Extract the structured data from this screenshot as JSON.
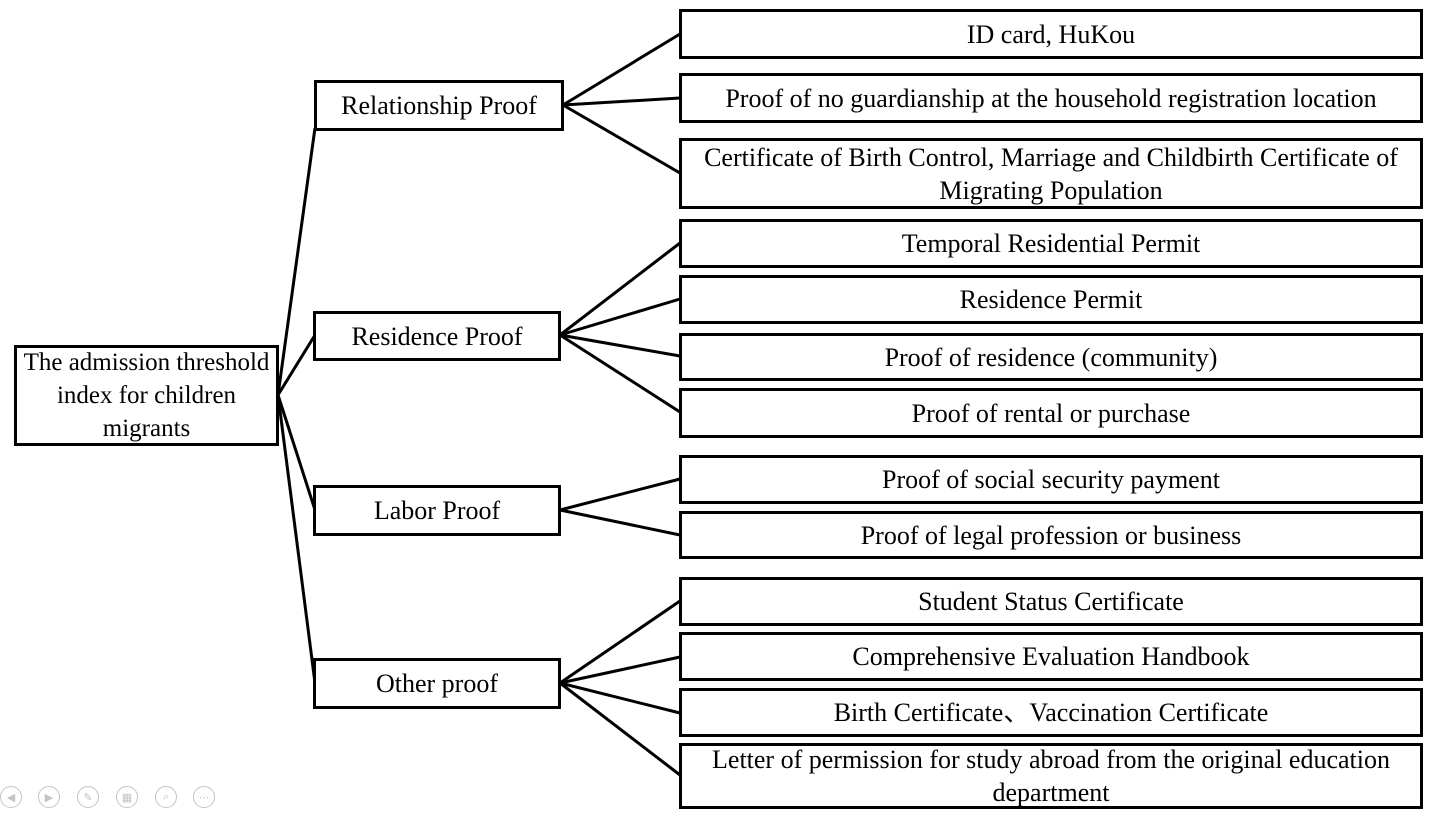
{
  "root": {
    "label": "The admission threshold index for children migrants"
  },
  "categories": [
    {
      "label": "Relationship Proof"
    },
    {
      "label": "Residence Proof"
    },
    {
      "label": "Labor Proof"
    },
    {
      "label": "Other proof"
    }
  ],
  "items": [
    {
      "label": "ID card, HuKou"
    },
    {
      "label": "Proof of no guardianship at the household registration location"
    },
    {
      "label": "Certificate of Birth Control, Marriage and Childbirth Certificate of Migrating Population"
    },
    {
      "label": "Temporal Residential Permit"
    },
    {
      "label": "Residence Permit"
    },
    {
      "label": "Proof of residence (community)"
    },
    {
      "label": "Proof of rental or purchase"
    },
    {
      "label": "Proof of social security payment"
    },
    {
      "label": "Proof of legal profession or business"
    },
    {
      "label": "Student Status Certificate"
    },
    {
      "label": "Comprehensive Evaluation Handbook"
    },
    {
      "label": "Birth Certificate、Vaccination Certificate"
    },
    {
      "label": "Letter of permission for study abroad from the original education department"
    }
  ],
  "toolbar": {
    "icons": [
      "previous-slide-icon",
      "next-slide-icon",
      "pen-icon",
      "slides-icon",
      "zoom-icon",
      "more-icon"
    ],
    "glyphs": [
      "◀",
      "▶",
      "✎",
      "▦",
      "⌕",
      "⋯"
    ]
  },
  "colors": {
    "line": "#000000",
    "toolbar": "#c4c4c4"
  }
}
